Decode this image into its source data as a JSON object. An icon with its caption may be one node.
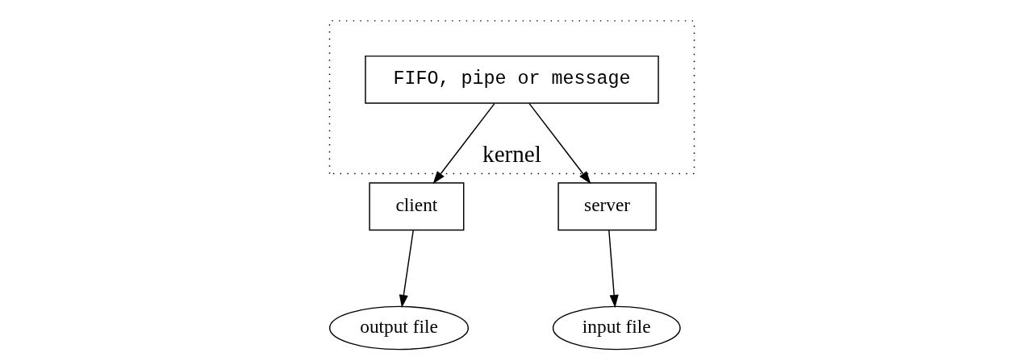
{
  "diagram": {
    "nodes": [
      {
        "text": [
          "client"
        ]
      },
      {
        "text": [
          "server"
        ]
      },
      {
        "text": [
          "output file"
        ]
      },
      {
        "text": [
          "kernel"
        ]
      },
      {
        "text": [
          "FIFO, pipe or message"
        ],
        "in": 3
      },
      {
        "text": [
          "input file"
        ]
      }
    ],
    "edges": [
      {
        "from": 0,
        "to": 2,
        "arrow": "to"
      },
      {
        "from": 4,
        "to": 0,
        "arrow": "to"
      },
      {
        "from": 4,
        "to": 1,
        "arrow": "to"
      },
      {
        "from": 1,
        "to": 5,
        "arrow": "to"
      }
    ]
  }
}
